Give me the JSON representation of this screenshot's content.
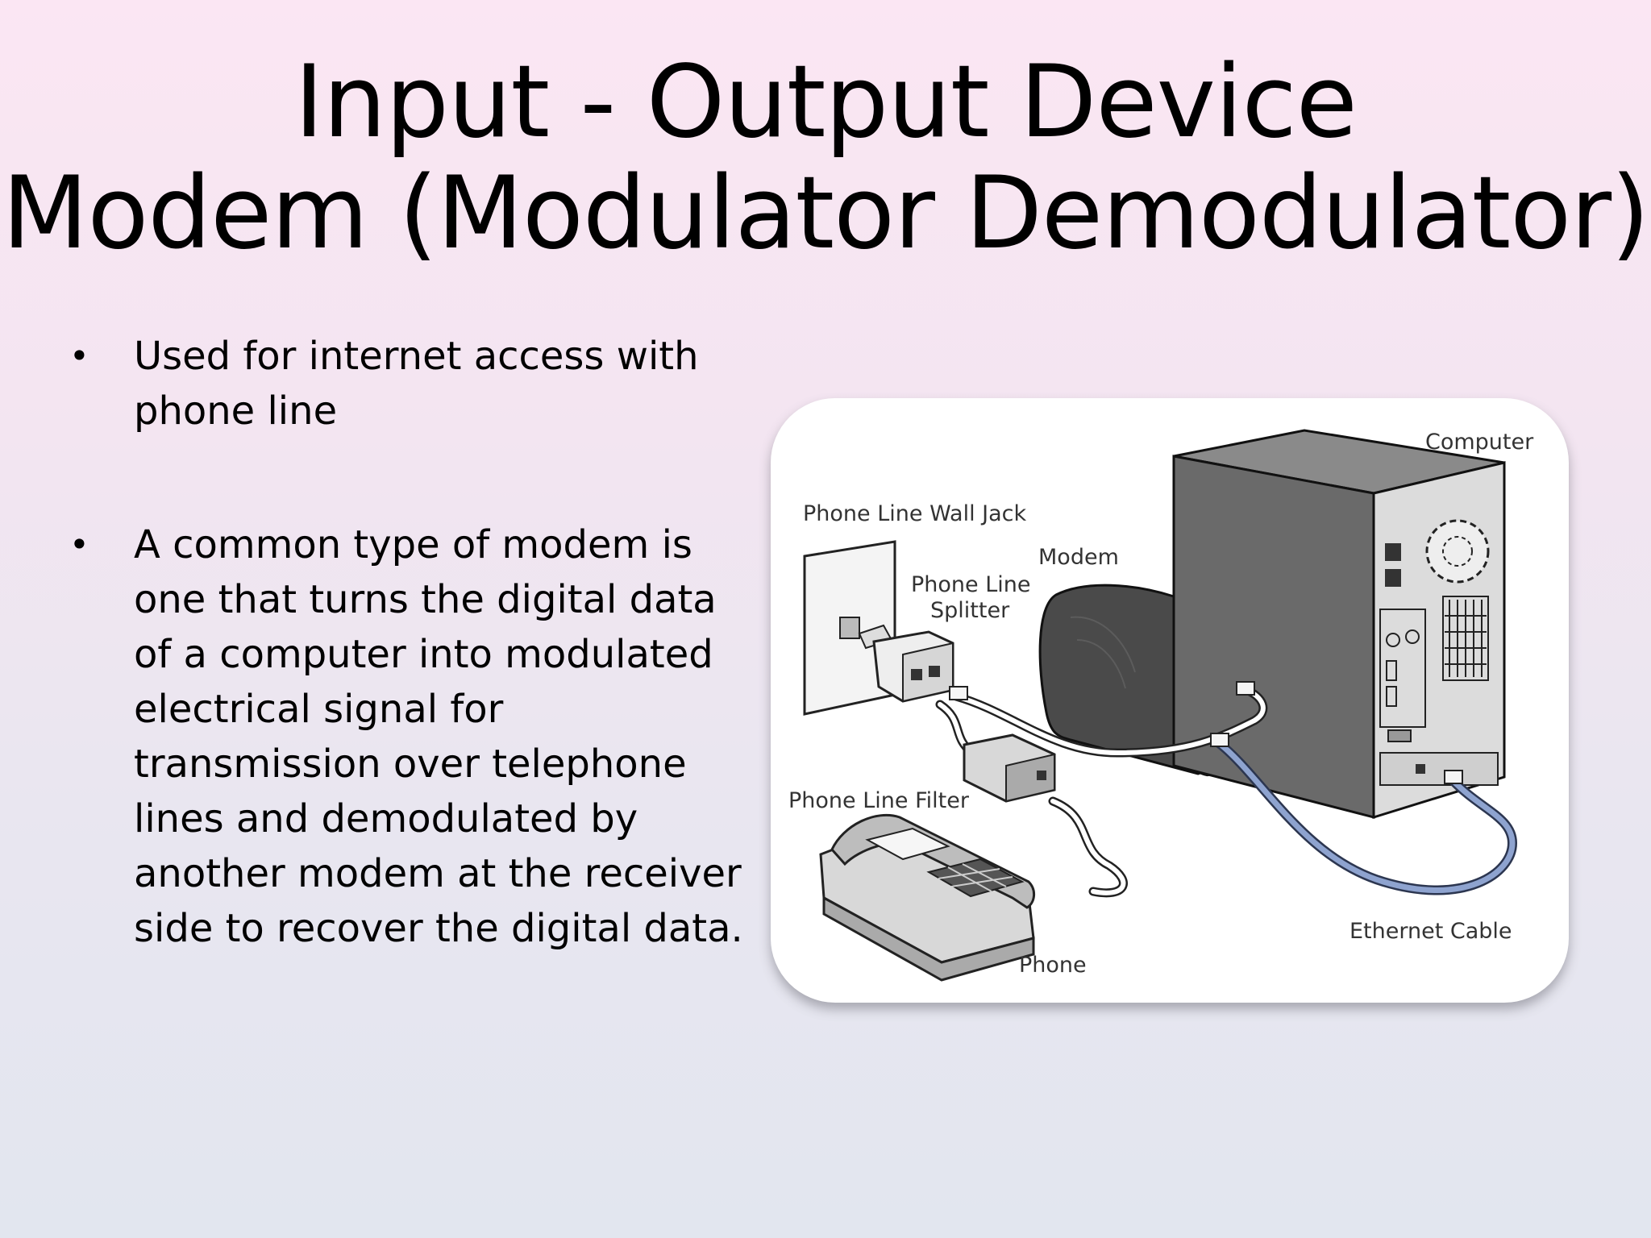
{
  "slide": {
    "title_line1": "Input - Output Device",
    "title_line2": "Modem (Modulator Demodulator)",
    "bullets": [
      "Used for internet access with phone line",
      "A common type of modem is one that turns the digital data of a computer into modulated electrical signal for transmission over telephone lines and demodulated by another modem at the receiver side to recover the digital data."
    ],
    "bullet_symbol": "•"
  },
  "diagram": {
    "labels": {
      "computer": "Computer",
      "wall_jack": "Phone Line Wall Jack",
      "modem": "Modem",
      "splitter_line1": "Phone Line",
      "splitter_line2": "Splitter",
      "filter": "Phone Line Filter",
      "ethernet": "Ethernet Cable",
      "phone": "Phone"
    },
    "colors": {
      "ethernet_cable": "#8ea3cf",
      "computer_body": "#666666",
      "modem_body": "#444444"
    }
  }
}
